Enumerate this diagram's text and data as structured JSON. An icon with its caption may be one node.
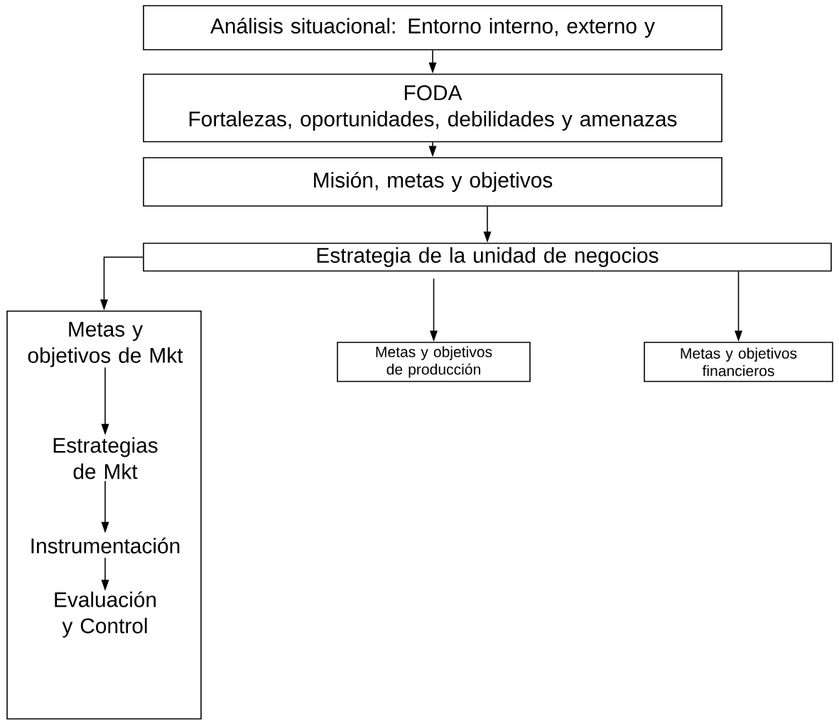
{
  "diagram": {
    "nodes": [
      {
        "text": [
          "Análisis situacional: Entorno interno, externo y"
        ]
      },
      {
        "text": [
          "FODA",
          "Fortalezas, oportunidades, debilidades y amenazas"
        ]
      },
      {
        "text": [
          "Misión, metas y objetivos"
        ]
      },
      {
        "text": [
          "Estrategia de la unidad de negocios"
        ]
      },
      {
        "text": [],
        "shape": "box"
      },
      {
        "text": [
          "Metas y objetivos de Mkt"
        ],
        "in": 4
      },
      {
        "text": [
          "Estrategias de Mkt"
        ],
        "in": 4
      },
      {
        "text": [
          "Instrumentación"
        ],
        "in": 4
      },
      {
        "text": [
          "Evaluación y Control"
        ],
        "in": 4
      },
      {
        "text": [
          "Metas y objetivos de producción"
        ]
      },
      {
        "text": [
          "Metas y objetivos financieros"
        ]
      }
    ],
    "edges": [
      {
        "from": 0,
        "to": 1,
        "arrow": "to"
      },
      {
        "from": 1,
        "to": 2,
        "arrow": "to"
      },
      {
        "from": 2,
        "to": 3,
        "arrow": "to"
      },
      {
        "from": 3,
        "to": 4,
        "arrow": "to"
      },
      {
        "from": 3,
        "to": 9,
        "arrow": "to"
      },
      {
        "from": 3,
        "to": 10,
        "arrow": "to"
      },
      {
        "from": 5,
        "to": 6,
        "arrow": "to"
      },
      {
        "from": 6,
        "to": 7,
        "arrow": "to"
      },
      {
        "from": 7,
        "to": 8,
        "arrow": "to"
      }
    ]
  }
}
